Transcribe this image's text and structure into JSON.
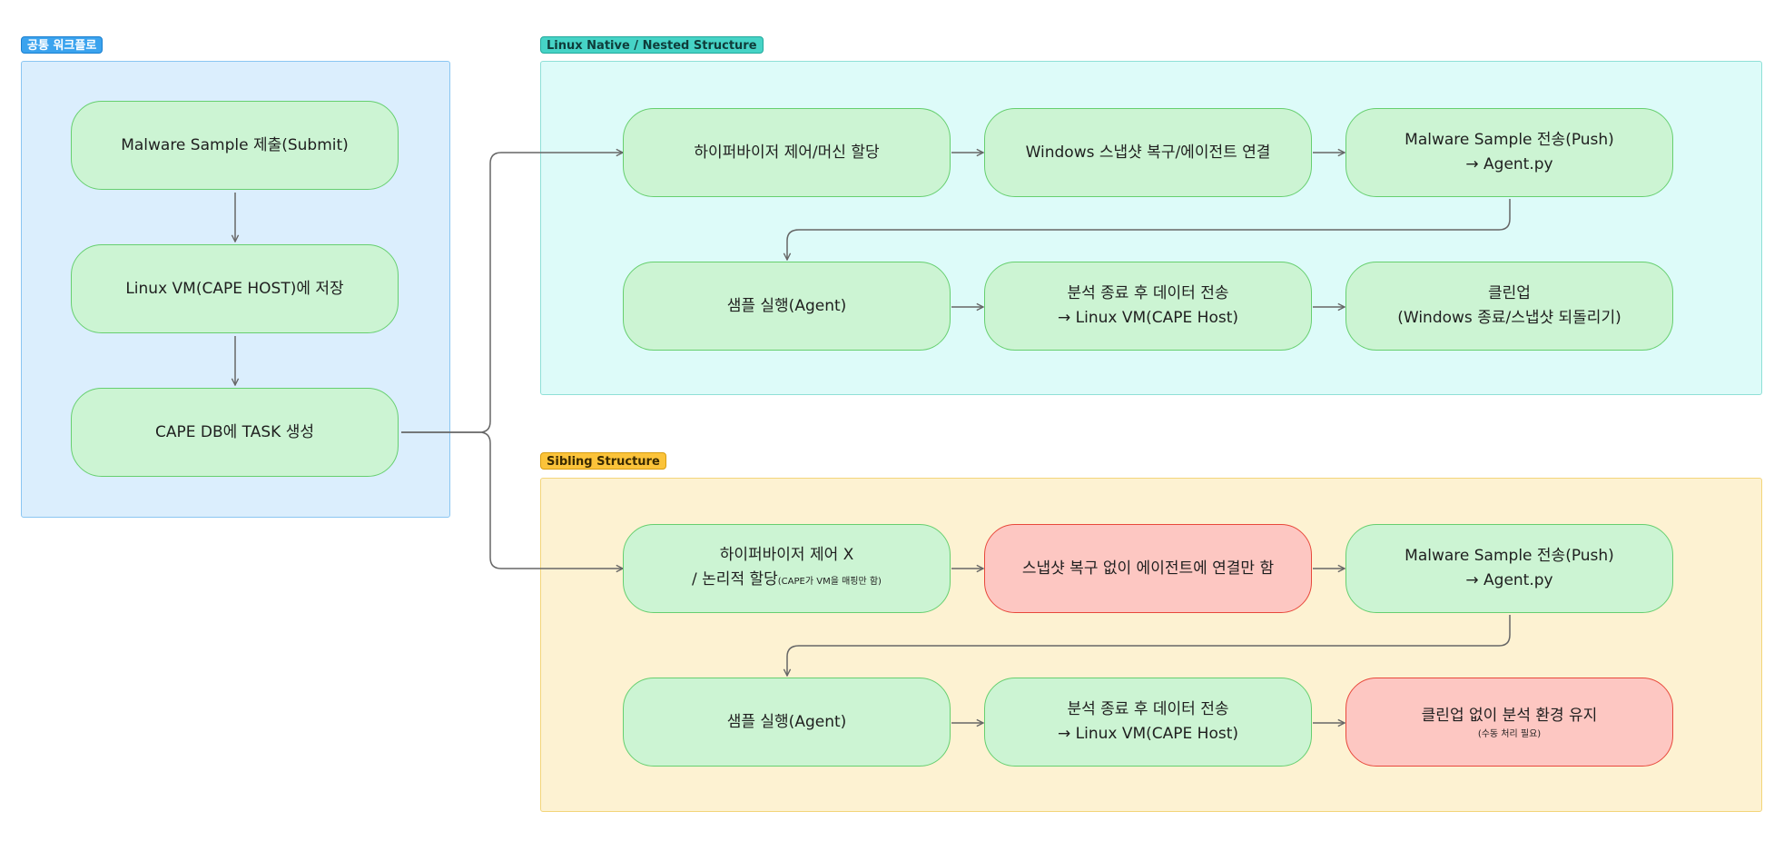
{
  "groups": {
    "common": {
      "label": "공통 워크플로"
    },
    "linux": {
      "label": "Linux Native / Nested Structure"
    },
    "sibling": {
      "label": "Sibling Structure"
    }
  },
  "common_nodes": {
    "submit": "Malware Sample 제출(Submit)",
    "store": "Linux VM(CAPE HOST)에 저장",
    "task": "CAPE DB에 TASK 생성"
  },
  "linux_nodes": {
    "hypervisor": "하이퍼바이저 제어/머신 할당",
    "snapshot": "Windows 스냅샷 복구/에이전트 연결",
    "push_line1": "Malware Sample 전송(Push)",
    "push_line2": "→ Agent.py",
    "execute": "샘플 실행(Agent)",
    "send_line1": "분석 종료 후 데이터 전송",
    "send_line2": "→ Linux VM(CAPE Host)",
    "cleanup_line1": "클린업",
    "cleanup_line2": "(Windows 종료/스냅샷 되돌리기)"
  },
  "sibling_nodes": {
    "hypervisor_line1": "하이퍼바이저 제어 X",
    "hypervisor_line2": "/ 논리적 할당",
    "hypervisor_note": "(CAPE가 VM을 매핑만 함)",
    "snapshot": "스냅샷 복구 없이 에이전트에 연결만 함",
    "push_line1": "Malware Sample 전송(Push)",
    "push_line2": "→ Agent.py",
    "execute": "샘플 실행(Agent)",
    "send_line1": "분석 종료 후 데이터 전송",
    "send_line2": "→ Linux VM(CAPE Host)",
    "cleanup_line1": "클린업 없이 분석 환경 유지",
    "cleanup_note": "(수동 처리 필요)"
  },
  "colors": {
    "node_fill": "#ccf4d3",
    "node_border": "#66cf6f",
    "warning_fill": "#fdc7c2",
    "warning_border": "#e8483b",
    "common_bg": "#dbeefd",
    "linux_bg": "#ddfbf9",
    "sibling_bg": "#fdf2d2"
  }
}
